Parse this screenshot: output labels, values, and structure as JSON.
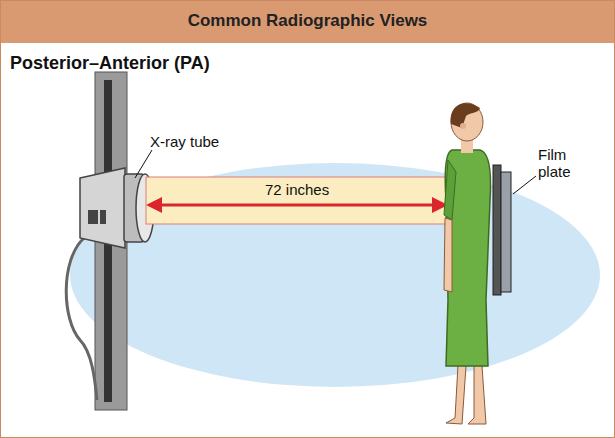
{
  "diagram": {
    "title": "Common Radiographic Views",
    "labels": [
      "Posterior–Anterior (PA)",
      "X-ray tube",
      "72 inches",
      "Film plate"
    ]
  }
}
